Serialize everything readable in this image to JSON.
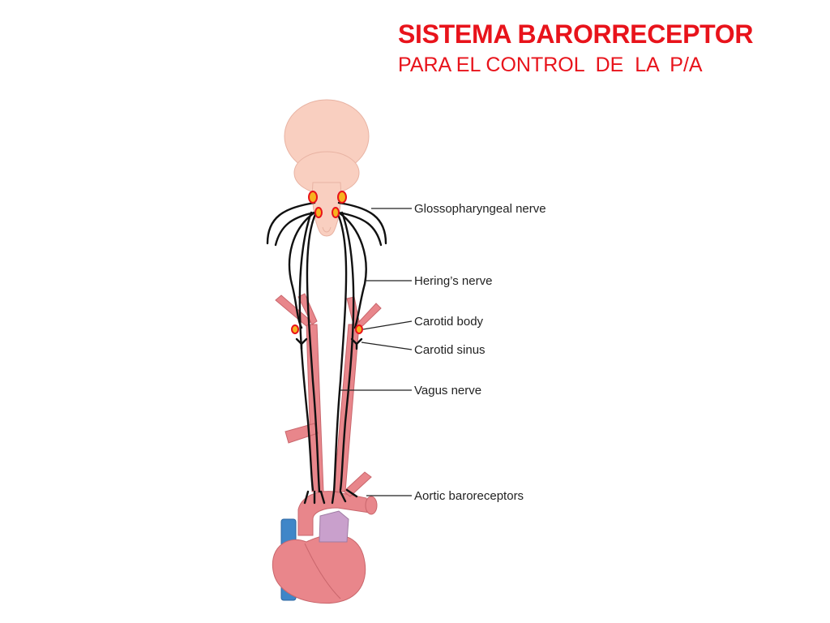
{
  "title": "SISTEMA BARORRECEPTOR",
  "subtitle": "PARA EL CONTROL  DE  LA  P/A",
  "labels": {
    "glossopharyngeal": "Glossopharyngeal nerve",
    "hering": "Hering’s nerve",
    "carotid_body": "Carotid body",
    "carotid_sinus": "Carotid sinus",
    "vagus": "Vagus nerve",
    "aortic": "Aortic baroreceptors"
  },
  "colors": {
    "title": "#e8131b",
    "brain": "#f9cfc0",
    "artery": "#e8868b",
    "artery_edge": "#c9666c",
    "heart": "#e9868b",
    "vein": "#3f86c8",
    "pulmonary": "#c9a0cc",
    "receptor_fill": "#f7b21f",
    "receptor_ring": "#e8131b",
    "nerve": "#111111"
  }
}
